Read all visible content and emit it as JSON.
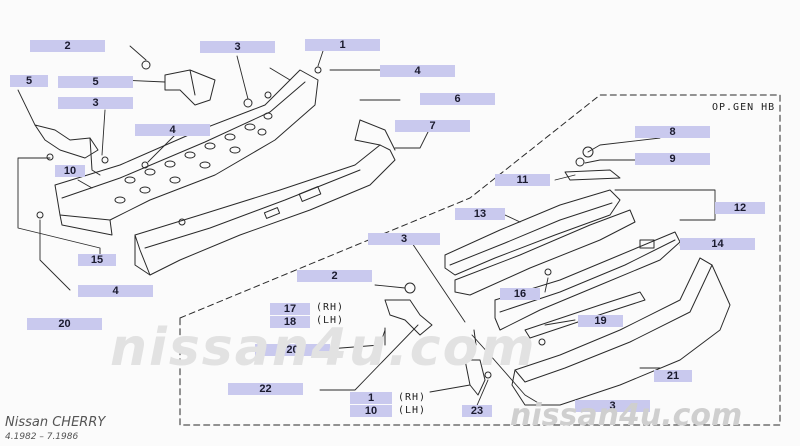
{
  "header": {
    "variant": "OP.GEN HB"
  },
  "labels": {
    "l1": "2",
    "l2": "3",
    "l3": "1",
    "l4": "5",
    "l5": "5",
    "l6": "4",
    "l7": "3",
    "l8": "6",
    "l9": "4",
    "l10": "7",
    "l11": "10",
    "l12": "8",
    "l13": "9",
    "l14": "11",
    "l15": "13",
    "l16": "12",
    "l17": "3",
    "l18": "15",
    "l19": "14",
    "l20": "4",
    "l21": "2",
    "l22": "16",
    "l23": "17",
    "l24": "18",
    "l25": "19",
    "l26": "20",
    "l27": "20",
    "l28": "22",
    "l29": "21",
    "l30": "1",
    "l31": "10",
    "l32": "23",
    "l33": "3"
  },
  "side_labels": {
    "rh": "(RH)",
    "lh": "(LH)",
    "rh2": "(RH)",
    "lh2": "(LH)"
  },
  "watermark": {
    "text": "nissan4u.com",
    "ghost": "nissan4u.com"
  },
  "footer": {
    "model": "Nissan CHERRY",
    "dates": "4.1982 – 7.1986"
  },
  "colors": {
    "label_bg": "#c9c9ee",
    "label_text": "#1a1a2e",
    "line": "#2a2a2a"
  }
}
